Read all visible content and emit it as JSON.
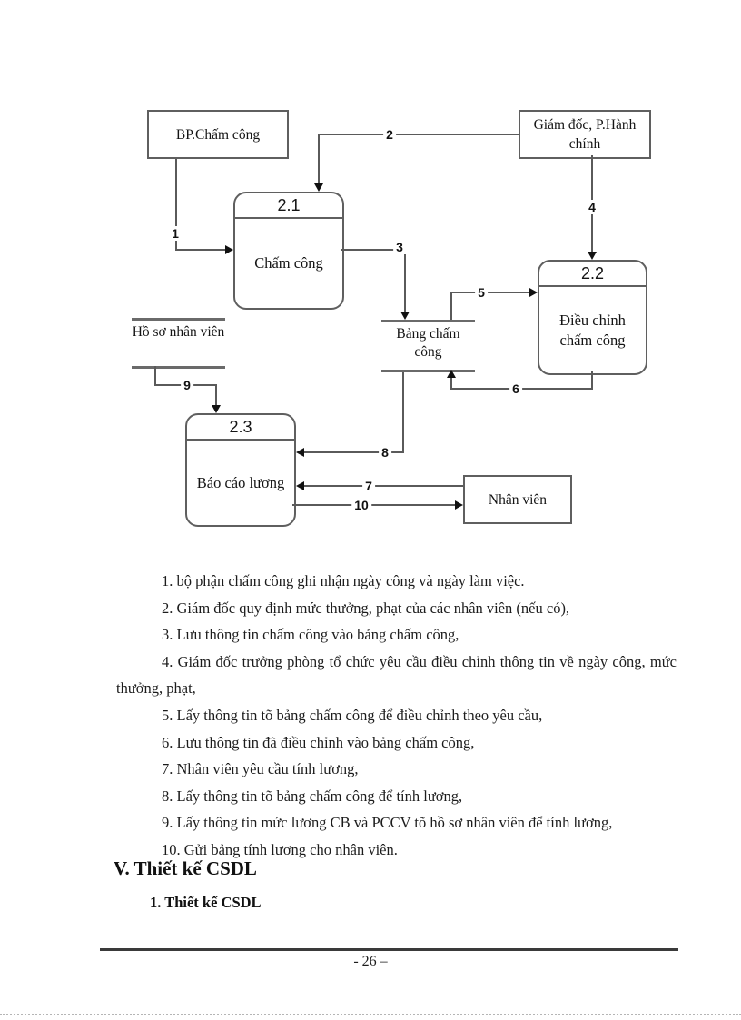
{
  "diagram": {
    "entities": [
      {
        "label": "BP.Chấm công"
      },
      {
        "label": "Giám đốc, P.Hành chính"
      },
      {
        "label": "Nhân viên"
      }
    ],
    "processes": [
      {
        "id": "2.1",
        "label": "Chấm công"
      },
      {
        "id": "2.2",
        "label": "Điều chỉnh chấm công"
      },
      {
        "id": "2.3",
        "label": "Báo cáo lương"
      }
    ],
    "stores": [
      {
        "label": "Hồ sơ nhân viên"
      },
      {
        "label": "Bảng chấm công"
      }
    ],
    "flows": [
      {
        "label": "1"
      },
      {
        "label": "2"
      },
      {
        "label": "3"
      },
      {
        "label": "4"
      },
      {
        "label": "5"
      },
      {
        "label": "6"
      },
      {
        "label": "7"
      },
      {
        "label": "8"
      },
      {
        "label": "9"
      },
      {
        "label": "10"
      }
    ]
  },
  "notes": {
    "items": [
      "1. bộ phận chấm công ghi nhận ngày công và ngày làm việc.",
      "2. Giám đốc quy định mức thưởng, phạt của các nhân viên (nếu có),",
      "3. Lưu thông tin chấm công vào bảng chấm công,",
      "4. Giám đốc trưởng phòng tổ chức yêu cầu điều chỉnh thông tin về ngày công, mức thưởng, phạt,",
      "5. Lấy thông tin tõ bảng chấm công để điều chỉnh theo yêu cầu,",
      "6. Lưu thông tin đã điều chỉnh vào bảng chấm công,",
      "7. Nhân viên yêu cầu tính lương,",
      "8. Lấy thông tin tõ bảng chấm công để tính lương,",
      "9. Lấy thông tin mức lương CB và PCCV tõ hồ sơ nhân viên để tính lương,",
      "10. Gửi bảng tính lương cho nhân viên."
    ]
  },
  "sections": {
    "heading": "V. Thiết kế CSDL",
    "subheading": "1. Thiết kế CSDL"
  },
  "footer": {
    "page_number": "- 26 –"
  }
}
